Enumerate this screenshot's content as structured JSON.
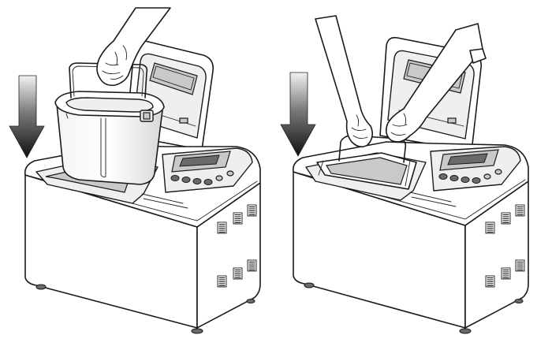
{
  "figure": {
    "panels": [
      {
        "name": "insert-pan-step",
        "arrow_direction": "down"
      },
      {
        "name": "secure-pan-step",
        "arrow_direction": "down"
      }
    ],
    "colors": {
      "line": "#1a1a1a",
      "arrow_dark": "#111111",
      "arrow_light": "#f2f2f2",
      "background": "#ffffff"
    }
  }
}
